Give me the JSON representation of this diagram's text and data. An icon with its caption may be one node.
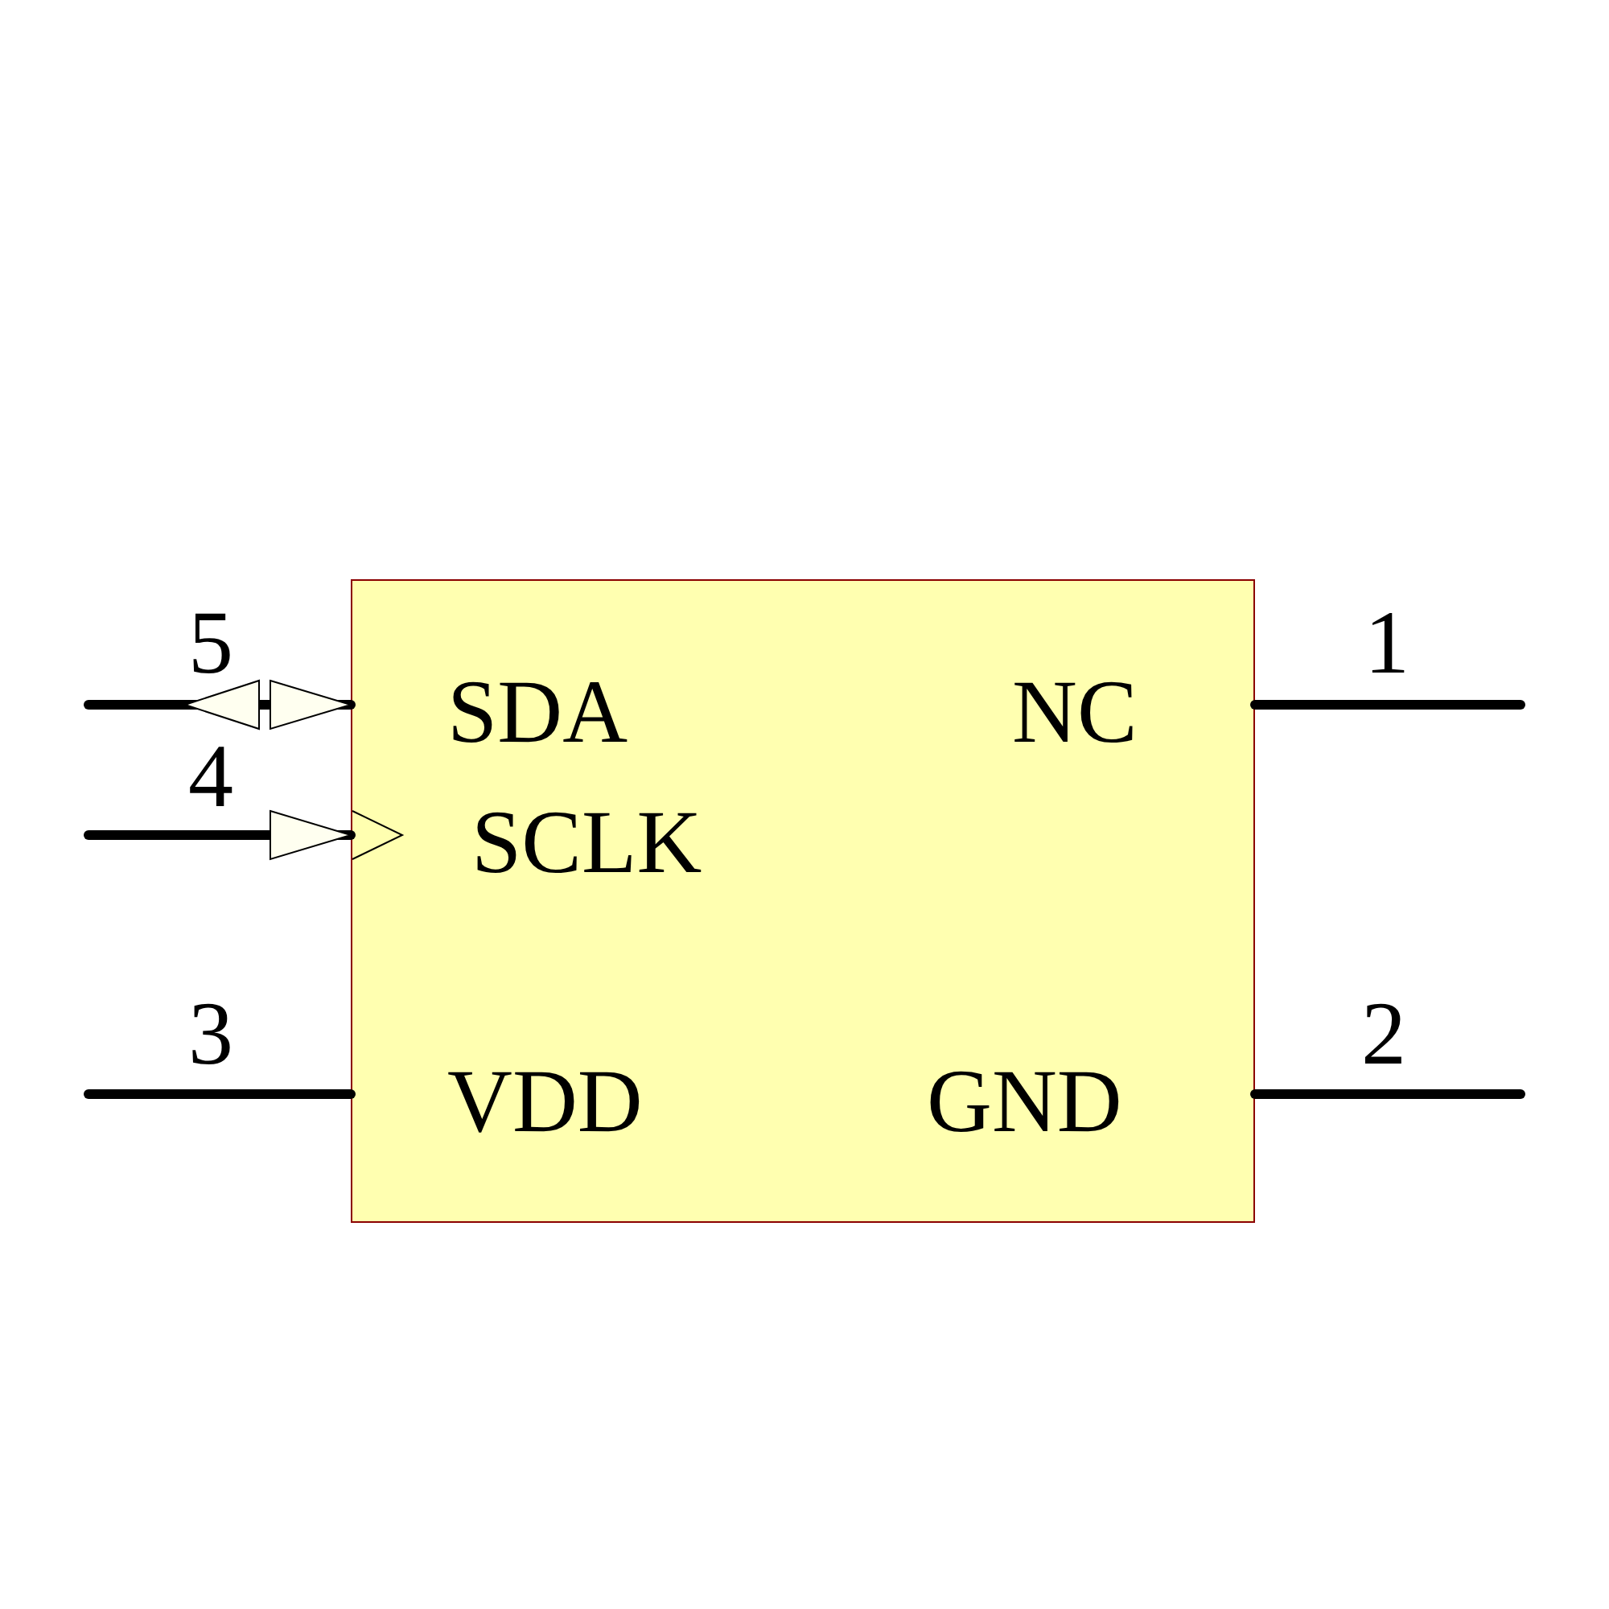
{
  "diagram": {
    "nodes": [
      {
        "text": [
          "SDA",
          "NC",
          "SCLK",
          "VDD",
          "GND"
        ]
      }
    ],
    "labels": [
      "5",
      "1",
      "4",
      "3",
      "2"
    ]
  }
}
